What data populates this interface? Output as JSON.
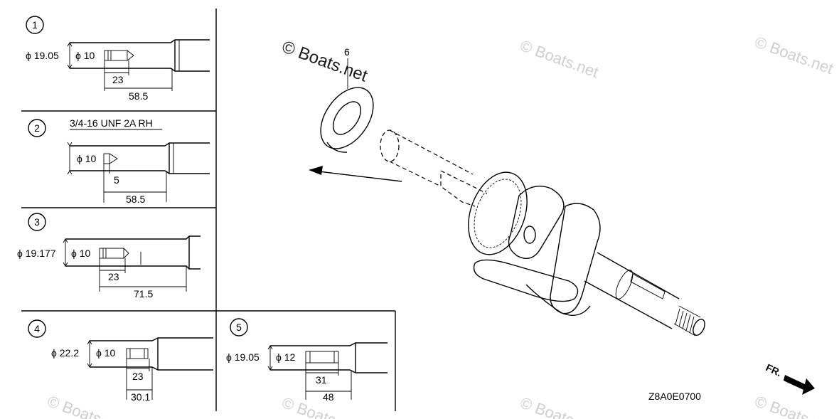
{
  "watermarks": {
    "main": "© Boats.net",
    "faint": "© Boats.net"
  },
  "panels": {
    "p1": {
      "num": "1",
      "dia_outer": "ϕ 19.05",
      "dia_inner": "ϕ 10",
      "depth": "23",
      "length": "58.5"
    },
    "p2": {
      "num": "2",
      "thread": "3/4-16 UNF 2A RH",
      "dia_inner": "ϕ 10",
      "depth": "5",
      "length": "58.5"
    },
    "p3": {
      "num": "3",
      "dia_outer": "ϕ 19.177",
      "dia_inner": "ϕ 10",
      "depth": "23",
      "length": "71.5"
    },
    "p4": {
      "num": "4",
      "dia_outer": "ϕ 22.2",
      "dia_inner": "ϕ 10",
      "depth": "23",
      "length": "30.1"
    },
    "p5": {
      "num": "5",
      "dia_outer": "ϕ 19.05",
      "dia_inner": "ϕ 12",
      "depth": "31",
      "length": "48"
    }
  },
  "callout": {
    "part_number": "6"
  },
  "direction_label": "FR.",
  "diagram_code": "Z8A0E0700"
}
